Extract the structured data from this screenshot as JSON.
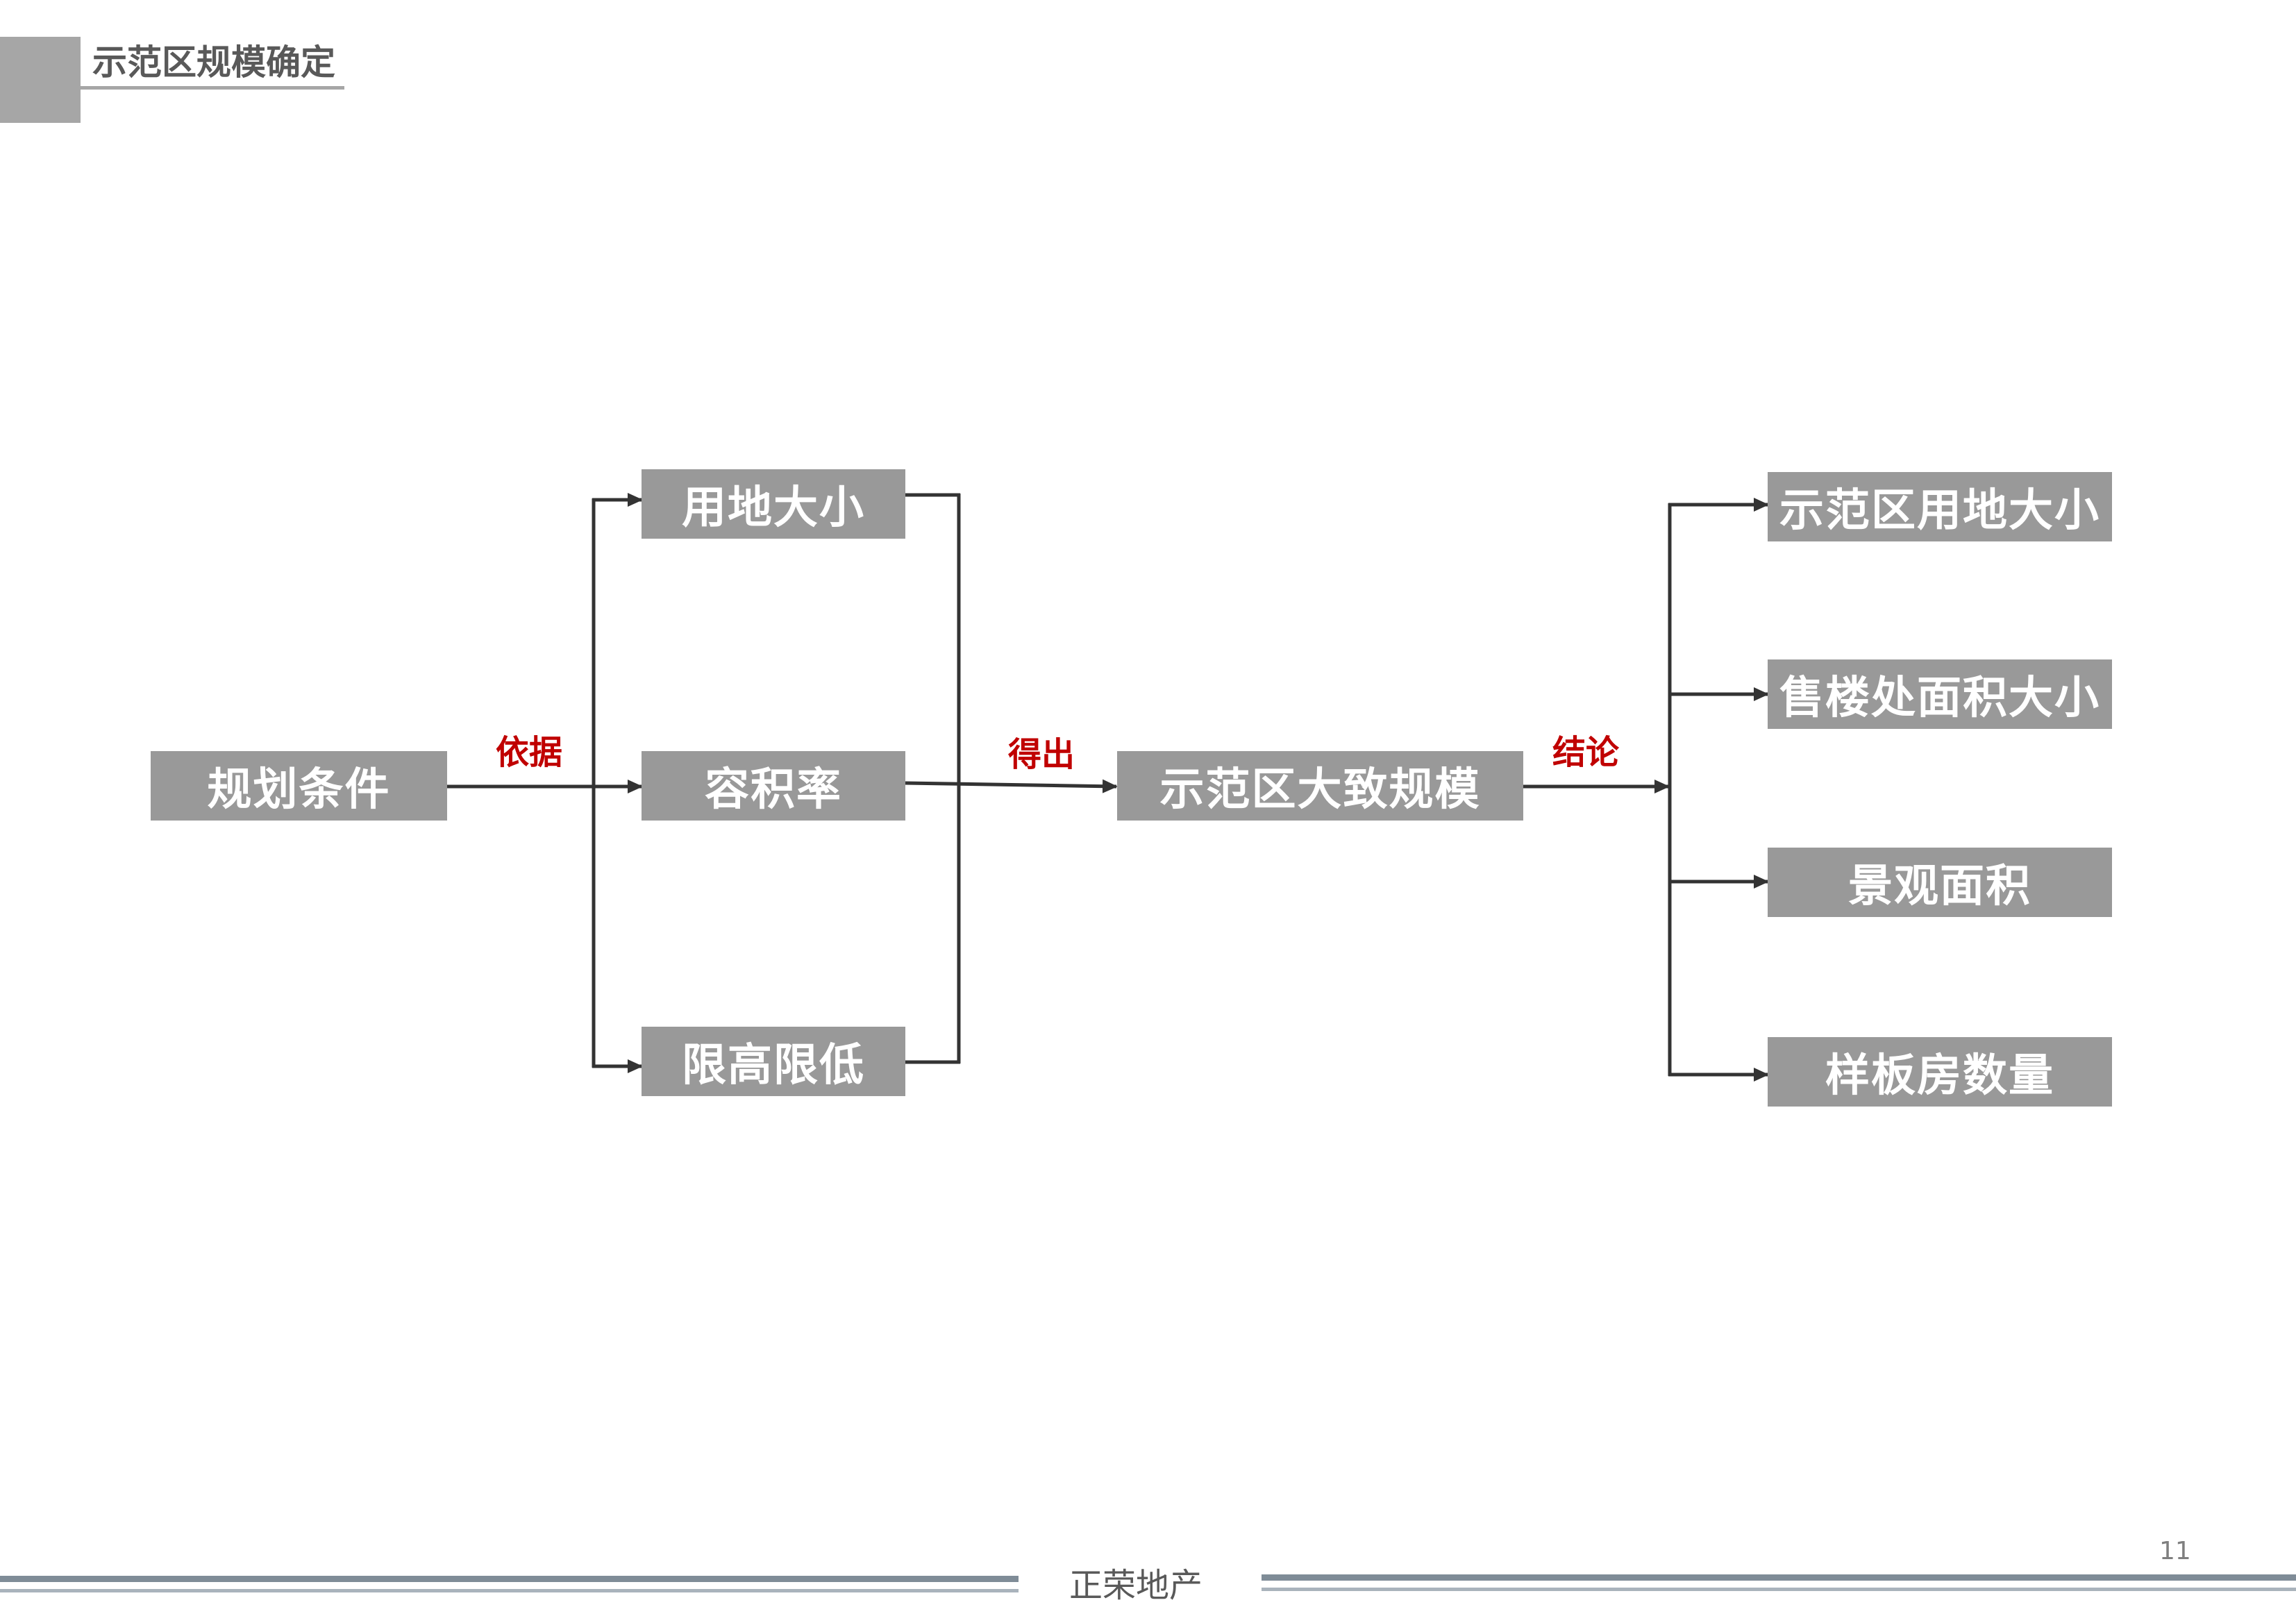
{
  "header": {
    "title": "示范区规模确定"
  },
  "diagram": {
    "nodes": {
      "planning_conditions": "规划条件",
      "land_size": "用地大小",
      "plot_ratio": "容积率",
      "height_limits": "限高限低",
      "demo_area_scale": "示范区大致规模",
      "demo_land_size": "示范区用地大小",
      "sales_office_area": "售楼处面积大小",
      "landscape_area": "景观面积",
      "show_house_count": "样板房数量"
    },
    "edge_labels": {
      "basis": "依据",
      "derive": "得出",
      "conclusion": "结论"
    }
  },
  "footer": {
    "company": "正荣地产",
    "page_number": "11"
  },
  "colors": {
    "node_fill": "#999999",
    "label_red": "#c00000",
    "line": "#333333",
    "header_gray": "#a6a6a6"
  }
}
